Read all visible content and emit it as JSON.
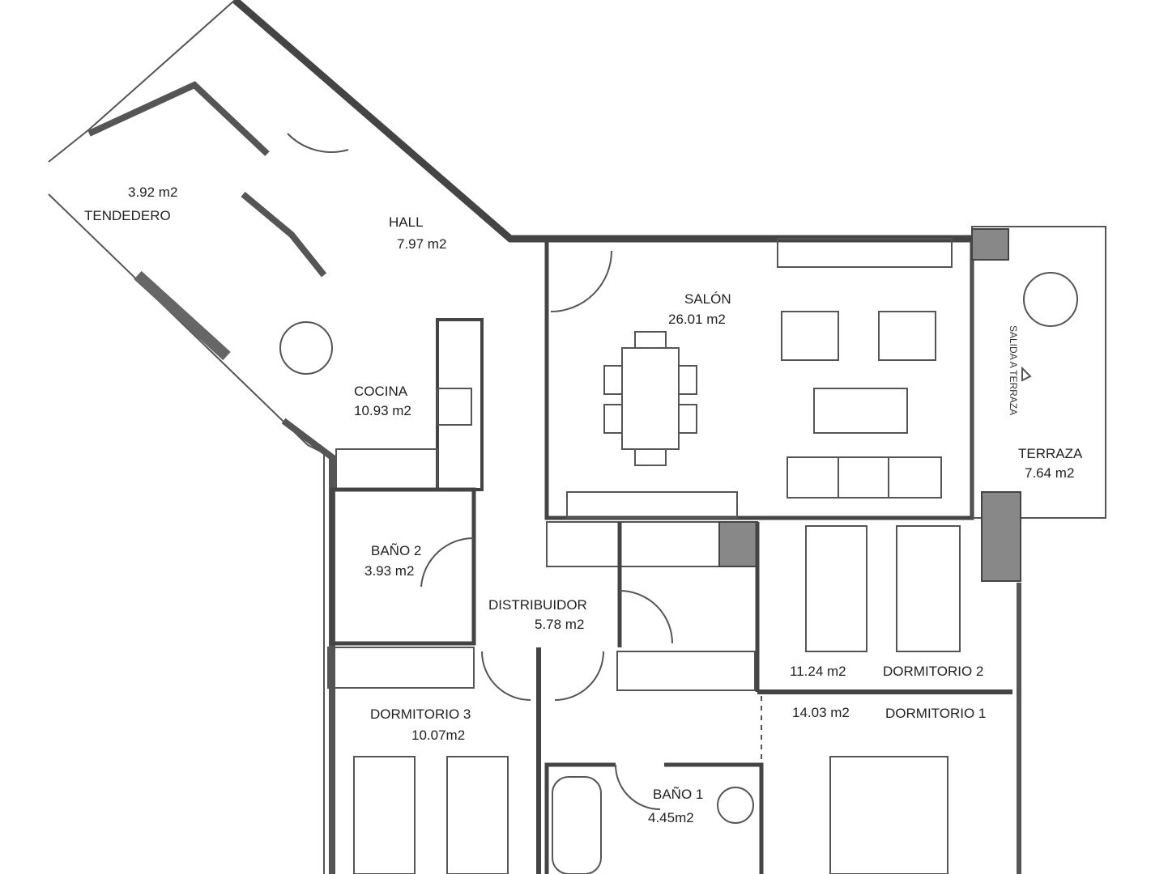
{
  "plan": {
    "rooms": [
      {
        "name": "TENDEDERO",
        "area": "3.92 m2"
      },
      {
        "name": "HALL",
        "area": "7.97 m2"
      },
      {
        "name": "COCINA",
        "area": "10.93 m2"
      },
      {
        "name": "SALÓN",
        "area": "26.01 m2"
      },
      {
        "name": "TERRAZA",
        "area": "7.64 m2"
      },
      {
        "name": "BAÑO 2",
        "area": "3.93 m2"
      },
      {
        "name": "DISTRIBUIDOR",
        "area": "5.78 m2"
      },
      {
        "name": "DORMITORIO 2",
        "area": "11.24 m2"
      },
      {
        "name": "DORMITORIO 1",
        "area": "14.03 m2"
      },
      {
        "name": "DORMITORIO 3",
        "area": "10.07m2"
      },
      {
        "name": "BAÑO 1",
        "area": "4.45m2"
      }
    ],
    "annotations": {
      "terrace_exit": "SALIDA A TERRAZA"
    }
  }
}
